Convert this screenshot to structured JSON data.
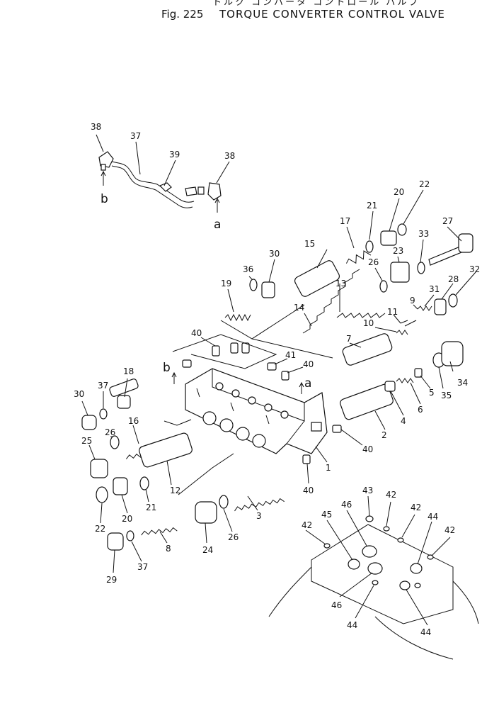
{
  "header": {
    "title_jp": "トルク コンバータ コントロール バルブ",
    "fig_label": "Fig. 225",
    "title": "TORQUE CONVERTER CONTROL VALVE"
  },
  "callouts": {
    "c1": "1",
    "c2": "2",
    "c3": "3",
    "c4": "4",
    "c5": "5",
    "c6": "6",
    "c7": "7",
    "c8": "8",
    "c9": "9",
    "c10": "10",
    "c11": "11",
    "c12": "12",
    "c13": "13",
    "c14": "14",
    "c15": "15",
    "c16": "16",
    "c17": "17",
    "c18": "18",
    "c19": "19",
    "c20": "20",
    "c21": "21",
    "c22": "22",
    "c23": "23",
    "c24": "24",
    "c25": "25",
    "c26": "26",
    "c27": "27",
    "c28": "28",
    "c29": "29",
    "c30": "30",
    "c31": "31",
    "c32": "32",
    "c33": "33",
    "c34": "34",
    "c35": "35",
    "c36": "36",
    "c37": "37",
    "c38": "38",
    "c39": "39",
    "c40": "40",
    "c41": "41",
    "c42": "42",
    "c43": "43",
    "c44": "44",
    "c45": "45",
    "c46": "46",
    "a": "a",
    "b": "b"
  }
}
